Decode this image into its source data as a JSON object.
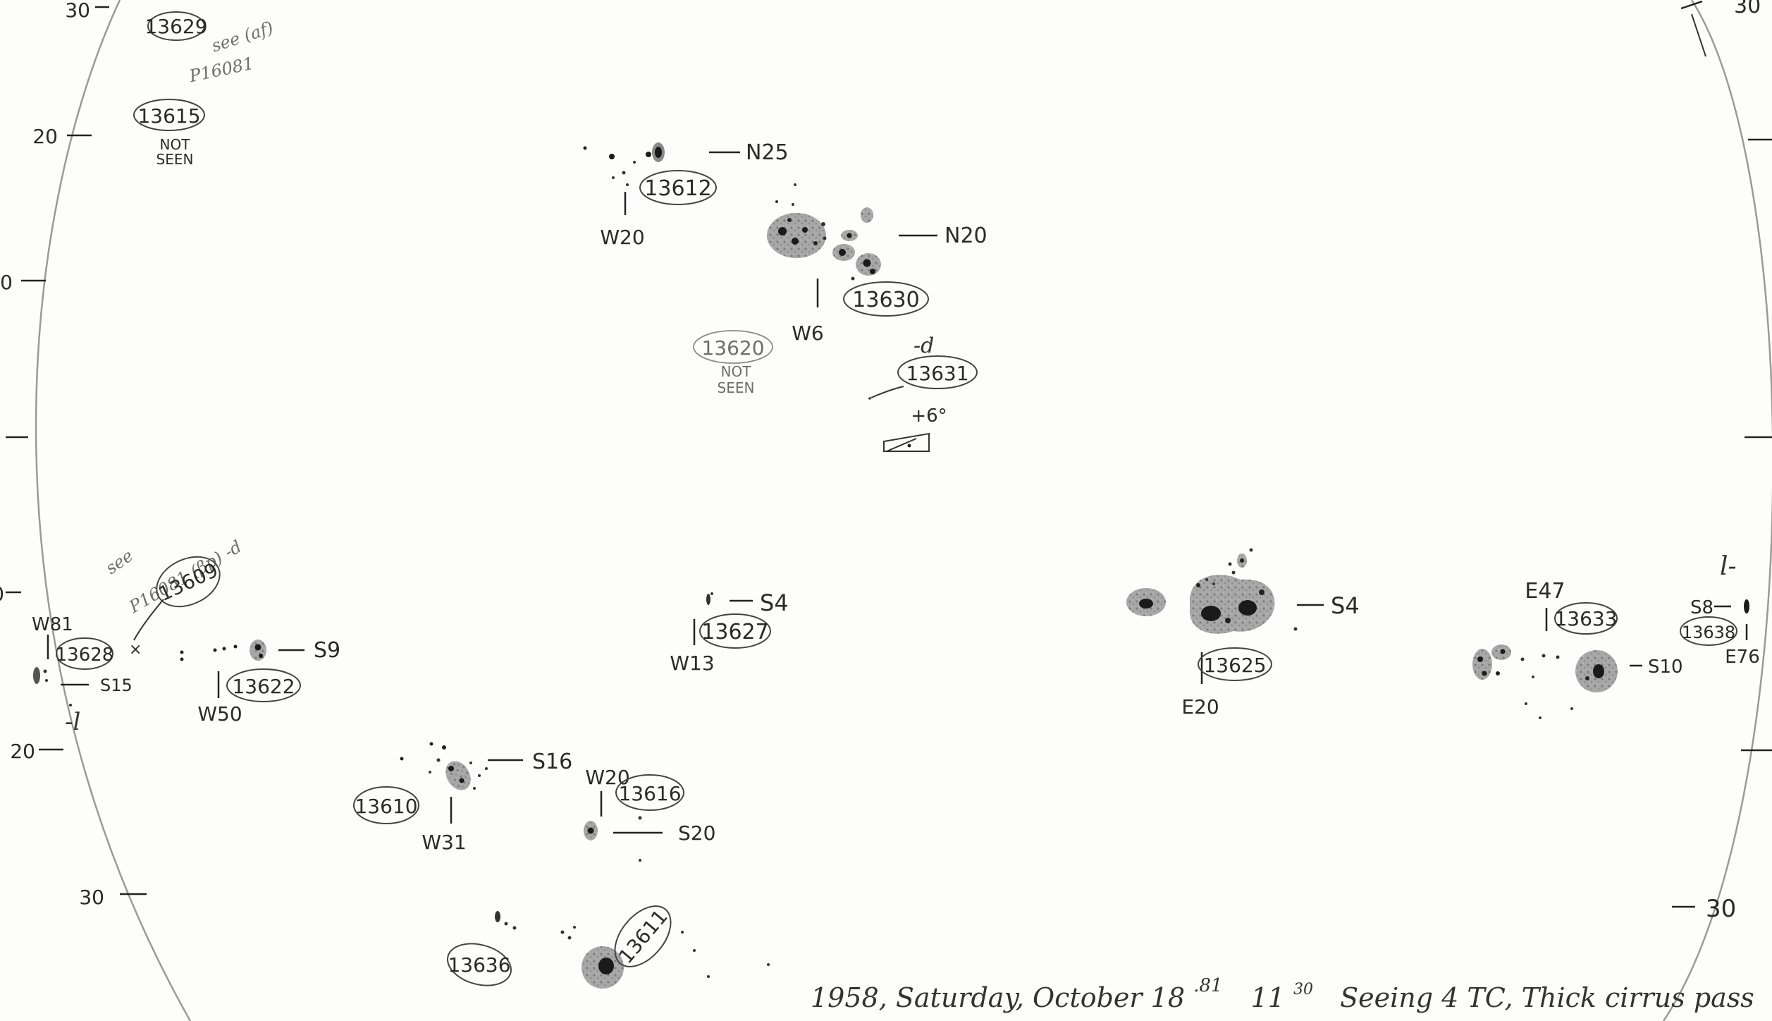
{
  "scale_labels": {
    "left": [
      "30",
      "20",
      "0",
      "0",
      "20",
      "30"
    ],
    "right": [
      "30",
      "30"
    ]
  },
  "groups": [
    {
      "id": "g13629",
      "number": "13629"
    },
    {
      "id": "g13615",
      "number": "13615",
      "note_line1": "NOT",
      "note_line2": "SEEN"
    },
    {
      "id": "g13612",
      "number": "13612",
      "lat": "N25",
      "lon": "W20"
    },
    {
      "id": "g13630",
      "number": "13630",
      "lat": "N20",
      "lon": "W6"
    },
    {
      "id": "g13620",
      "number": "13620",
      "note_line1": "NOT",
      "note_line2": "SEEN"
    },
    {
      "id": "g13631",
      "number": "13631",
      "tag": "-d",
      "angle": "+6°"
    },
    {
      "id": "g13609",
      "number": "13609"
    },
    {
      "id": "g13628",
      "number": "13628",
      "lat": "S15",
      "lon": "W81",
      "tag": "-l"
    },
    {
      "id": "g13622",
      "number": "13622",
      "lat": "S9",
      "lon": "W50"
    },
    {
      "id": "g13627",
      "number": "13627",
      "lat": "S4",
      "lon": "W13"
    },
    {
      "id": "g13625",
      "number": "13625",
      "lat": "S4",
      "lon": "E20"
    },
    {
      "id": "g13633",
      "number": "13633",
      "lat": "S10",
      "lon": "E47"
    },
    {
      "id": "g13638",
      "number": "13638",
      "lat": "S8",
      "lon": "E76",
      "tag": "l-"
    },
    {
      "id": "g13610",
      "number": "13610",
      "lat": "S16",
      "lon": "W31"
    },
    {
      "id": "g13616",
      "number": "13616",
      "lat": "S20",
      "lon": "W20"
    },
    {
      "id": "g13611",
      "number": "13611"
    },
    {
      "id": "g13636",
      "number": "13636"
    }
  ],
  "annotations": {
    "see_af_1": "see (af)",
    "see_af_2": "P16081",
    "see_bp_1": "see",
    "see_bp_2": "P16081 (βp) -d"
  },
  "caption": {
    "text_pre": "1958, Saturday, October 18",
    "sup_day": ".81",
    "time_hour": "11",
    "sup_min": "30",
    "text_post": "Seeing 4  TC,  Thick cirrus pass"
  },
  "colors": {
    "paper": "#fdfdfb",
    "ink": "#2a2a2a",
    "spot": "#1a1a1a",
    "penumbra": "#9c9c9c"
  }
}
